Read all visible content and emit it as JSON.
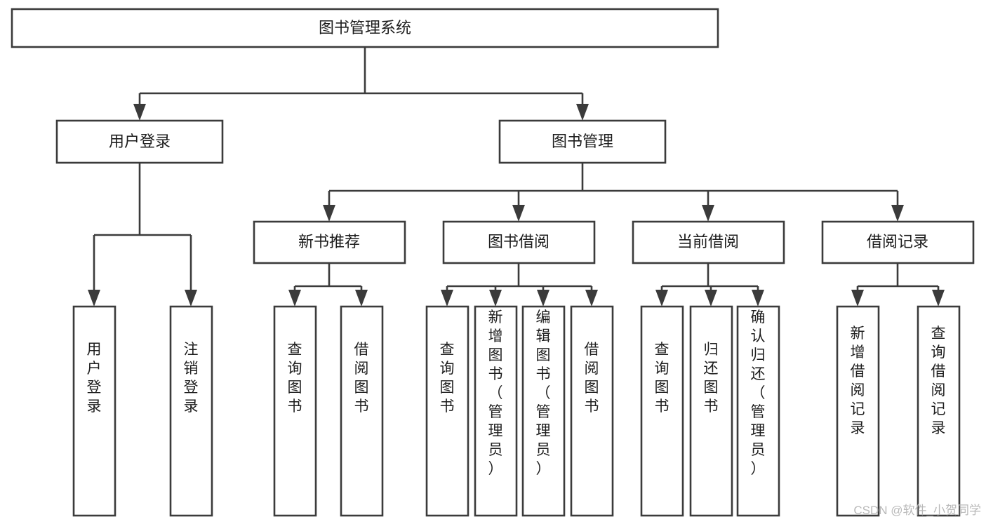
{
  "diagram": {
    "title": "图书管理系统",
    "type": "hierarchy-tree",
    "root": {
      "id": "root",
      "label": "图书管理系统",
      "orientation": "horizontal"
    },
    "level2": [
      {
        "id": "user-login",
        "label": "用户登录",
        "orientation": "horizontal"
      },
      {
        "id": "book-management",
        "label": "图书管理",
        "orientation": "horizontal"
      }
    ],
    "level3": [
      {
        "id": "new-book-recommend",
        "label": "新书推荐",
        "orientation": "horizontal"
      },
      {
        "id": "book-borrow",
        "label": "图书借阅",
        "orientation": "horizontal"
      },
      {
        "id": "current-borrow",
        "label": "当前借阅",
        "orientation": "horizontal"
      },
      {
        "id": "borrow-record",
        "label": "借阅记录",
        "orientation": "horizontal"
      }
    ],
    "leaves": {
      "user_login": [
        {
          "id": "leaf-user-login",
          "label": "用户登录",
          "orientation": "vertical"
        },
        {
          "id": "leaf-logout",
          "label": "注销登录",
          "orientation": "vertical"
        }
      ],
      "new_book_recommend": [
        {
          "id": "leaf-query-book-1",
          "label": "查询图书",
          "orientation": "vertical"
        },
        {
          "id": "leaf-borrow-book-1",
          "label": "借阅图书",
          "orientation": "vertical"
        }
      ],
      "book_borrow": [
        {
          "id": "leaf-query-book-2",
          "label": "查询图书",
          "orientation": "vertical"
        },
        {
          "id": "leaf-add-book",
          "label": "新增图书（管理员）",
          "orientation": "vertical"
        },
        {
          "id": "leaf-edit-book",
          "label": "编辑图书（管理员）",
          "orientation": "vertical"
        },
        {
          "id": "leaf-borrow-book-2",
          "label": "借阅图书",
          "orientation": "vertical"
        }
      ],
      "current_borrow": [
        {
          "id": "leaf-query-book-3",
          "label": "查询图书",
          "orientation": "vertical"
        },
        {
          "id": "leaf-return-book",
          "label": "归还图书",
          "orientation": "vertical"
        },
        {
          "id": "leaf-confirm-return",
          "label": "确认归还（管理员）",
          "orientation": "vertical"
        }
      ],
      "borrow_record": [
        {
          "id": "leaf-add-record",
          "label": "新增借阅记录",
          "orientation": "vertical"
        },
        {
          "id": "leaf-query-record",
          "label": "查询借阅记录",
          "orientation": "vertical"
        }
      ]
    },
    "colors": {
      "background": "#ffffff",
      "box_fill": "#ffffff",
      "box_stroke": "#3b3b3b",
      "text": "#1d1d1d",
      "watermark": "#b9b9b9"
    }
  },
  "watermark": {
    "text": "CSDN @软件_小贺同学"
  }
}
